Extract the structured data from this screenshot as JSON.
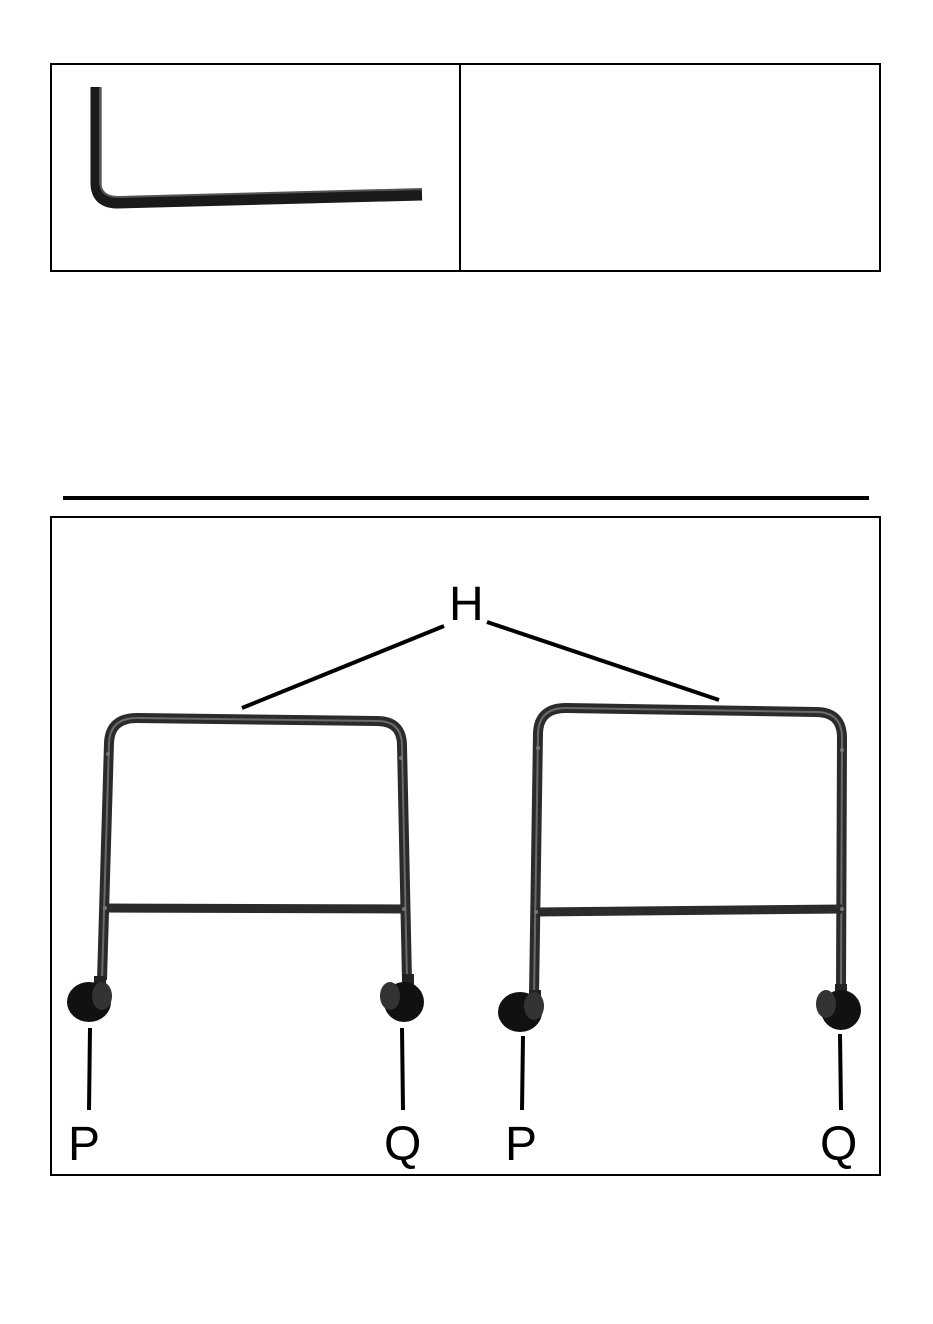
{
  "parts": {
    "frame_label": "H",
    "caster_left_label": "P",
    "caster_right_label": "Q",
    "frames": [
      {
        "frame_label": "H",
        "caster_left": "P",
        "caster_right": "Q"
      },
      {
        "frame_label": "H",
        "caster_left": "P",
        "caster_right": "Q"
      }
    ]
  },
  "colors": {
    "line": "#000000",
    "tube": "#2b2b2b",
    "wheel": "#111111"
  },
  "icons": {
    "tool": "allen-key-icon",
    "frame": "trolley-frame-icon",
    "caster": "caster-wheel-icon"
  }
}
